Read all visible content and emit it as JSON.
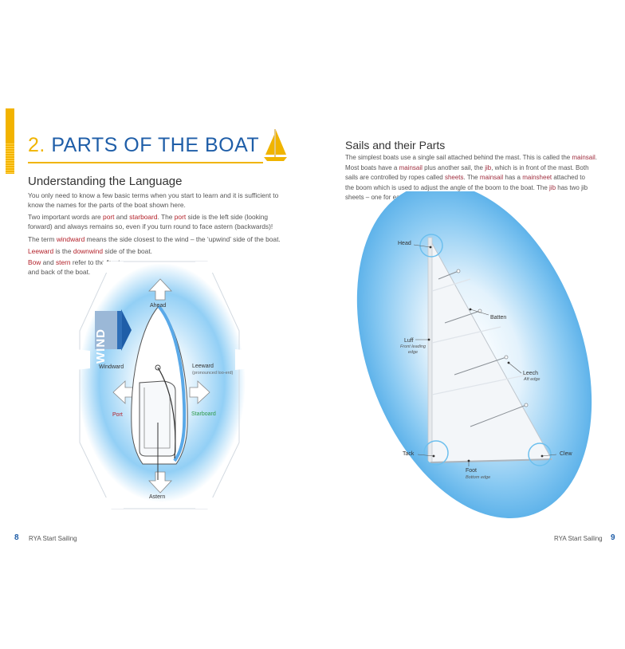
{
  "left_page": {
    "chapter_number": "2.",
    "chapter_title": "PARTS OF THE BOAT",
    "section_heading": "Understanding the Language",
    "p1": "You only need to know a few basic terms when you start to learn and it is sufficient to know the names for the parts of the boat shown here.",
    "p2": {
      "t1": "Two important words are ",
      "port": "port",
      "t2": " and ",
      "starboard": "starboard",
      "t3": ". The ",
      "port2": "port",
      "t4": " side is the left side (looking forward) and always remains so, even if you turn round to face astern (backwards)!"
    },
    "p3": {
      "t1": "The term ",
      "windward": "windward",
      "t2": " means the side closest to the wind – the ‘upwind’ side of the boat."
    },
    "p4": {
      "leeward": "Leeward",
      "t1": " is the ",
      "downwind": "downwind",
      "t2": " side of the boat."
    },
    "p5": {
      "bow": "Bow",
      "t1": " and ",
      "stern": "stern",
      "t2": " refer to the front",
      "t3": "and back of the boat."
    },
    "diagram": {
      "wind": "WIND",
      "ahead": "Ahead",
      "astern": "Astern",
      "windward": "Windward",
      "leeward": "Leeward",
      "leeward_pron": "(pronounced loo-erd)",
      "port": "Port",
      "starboard": "Starboard"
    },
    "page_number": "8",
    "footer": "RYA Start Sailing"
  },
  "right_page": {
    "section_heading": "Sails and their Parts",
    "para": {
      "l1a": "The simplest boats use a single sail attached behind the mast. This is called the ",
      "l1b": "mainsail",
      "l2a": "Most boats have a ",
      "l2b": "mainsail",
      "l2c": " plus another sail, the ",
      "l2d": "jib",
      "l2e": ", which is in front of the mast. Both",
      "l3a": "sails are controlled by ropes called ",
      "l3b": "sheets",
      "l3c": ". The ",
      "l3d": "mainsail",
      "l3e": " has a ",
      "l3f": "mainsheet",
      "l3g": " attached to",
      "l4a": "the boom which is used to adjust the angle of the boom to the boat. The ",
      "l4b": "jib",
      "l4c": " has two jib",
      "l5": "sheets – one for each side of the boat."
    },
    "sail": {
      "head": "Head",
      "batten": "Batten",
      "luff": "Luff",
      "luff_sub": "Front leading edge",
      "leech": "Leech",
      "leech_sub": "Aft edge",
      "tack": "Tack",
      "clew": "Clew",
      "foot": "Foot",
      "foot_sub": "Bottom edge"
    },
    "page_number": "9",
    "footer": "RYA Start Sailing"
  },
  "colors": {
    "title_blue": "#1f5ea8",
    "accent_yellow": "#f0b400",
    "term_red": "#b3222b",
    "starboard_green": "#2e9a4a",
    "glow_blue": "#7cc4f2"
  }
}
